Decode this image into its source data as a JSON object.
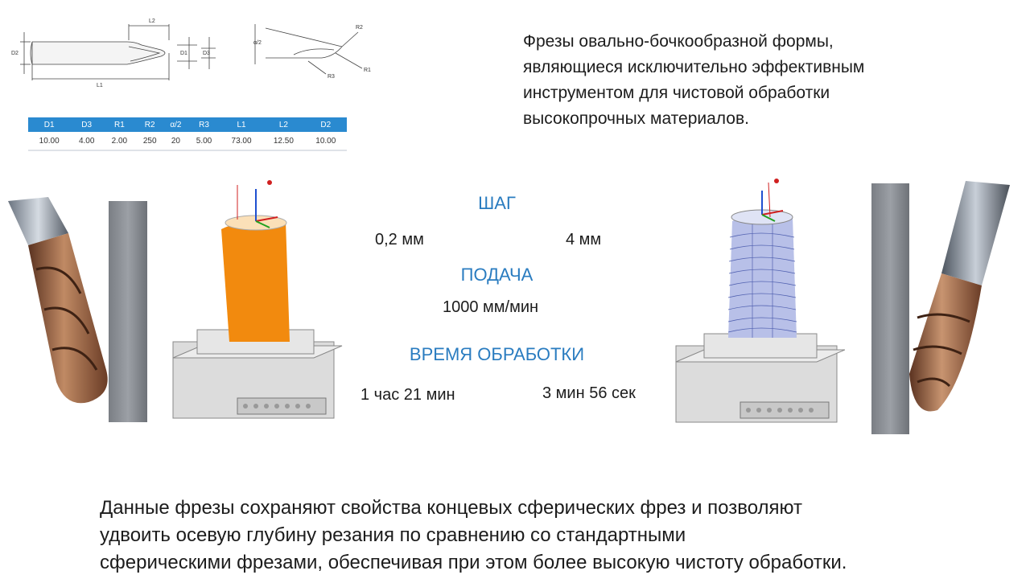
{
  "diagram": {
    "labels": [
      "L2",
      "D2",
      "L1",
      "D1",
      "D3",
      "α/2",
      "R2",
      "R1",
      "R3"
    ]
  },
  "spec_table": {
    "headers": [
      "D1",
      "D3",
      "R1",
      "R2",
      "α/2",
      "R3",
      "L1",
      "L2",
      "D2"
    ],
    "values": [
      "10.00",
      "4.00",
      "2.00",
      "250",
      "20",
      "5.00",
      "73.00",
      "12.50",
      "10.00"
    ]
  },
  "description_top": [
    "Фрезы овально-бочкообразной формы,",
    "являющиеся исключительно эффективным",
    "инструментом для чистовой обработки",
    "высокопрочных материалов."
  ],
  "comparison": {
    "step_label": "ШАГ",
    "step_left": "0,2 мм",
    "step_right": "4 мм",
    "feed_label": "ПОДАЧА",
    "feed_value": "1000 мм/мин",
    "time_label": "ВРЕМЯ ОБРАБОТКИ",
    "time_left": "1 час 21 мин",
    "time_right": "3 мин 56 сек"
  },
  "description_bottom": [
    "Данные фрезы сохраняют свойства концевых сферических фрез и позволяют",
    "удвоить осевую глубину резания по сравнению со стандартными",
    "сферическими фрезами, обеспечивая при этом более высокую чистоту обработки."
  ],
  "colors": {
    "accent": "#2a7cc0",
    "table_header": "#2a8ad0",
    "workpiece_left": "#f28a0e",
    "workpiece_right": "#b8c0e8",
    "tool_copper": "#a0623c"
  }
}
